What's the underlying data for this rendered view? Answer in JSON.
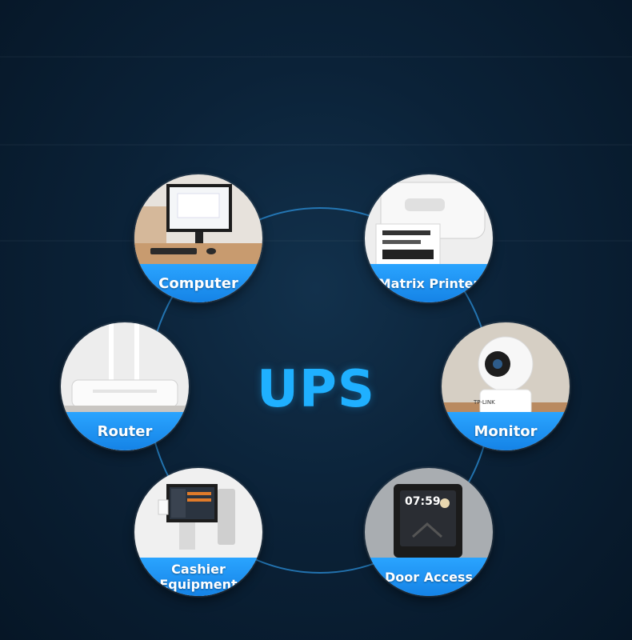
{
  "center_title": "UPS",
  "devices": [
    {
      "id": "computer",
      "label": "Computer"
    },
    {
      "id": "printer",
      "label": "Matrix Printer"
    },
    {
      "id": "router",
      "label": "Router"
    },
    {
      "id": "monitor",
      "label": "Monitor"
    },
    {
      "id": "cashier",
      "label_line1": "Cashier",
      "label_line2": "Equipment"
    },
    {
      "id": "door",
      "label": "Door Access"
    }
  ],
  "device_texts": {
    "clock_time": "07:59",
    "camera_brand": "TP-LINK"
  },
  "colors": {
    "accent": "#1fb0ff",
    "label_band": "#1e95f2",
    "background": "#0b2238"
  }
}
